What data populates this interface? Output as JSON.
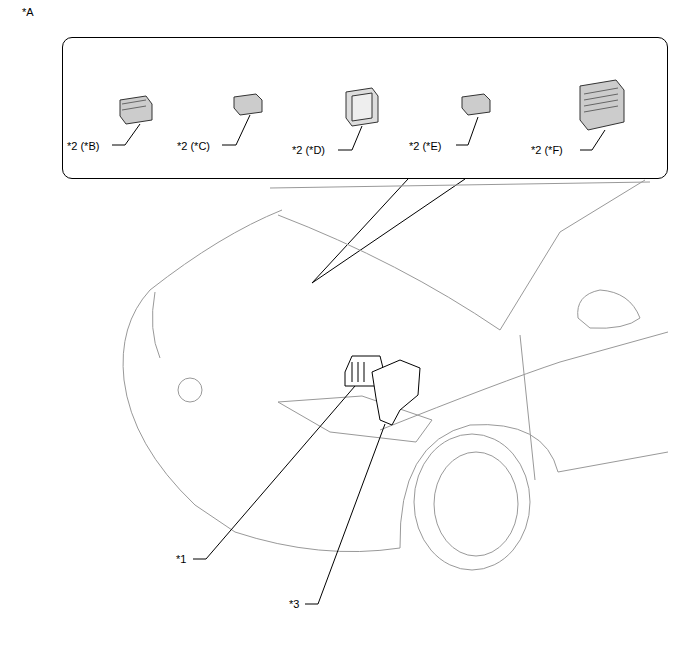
{
  "diagram": {
    "nodes": [
      {
        "text": [
          "*2 (*B)",
          "*2 (*C)",
          "*2 (*D)",
          "*2 (*E)",
          "*2 (*F)"
        ]
      }
    ],
    "labels": [
      "*A",
      "*1",
      "*3"
    ]
  }
}
